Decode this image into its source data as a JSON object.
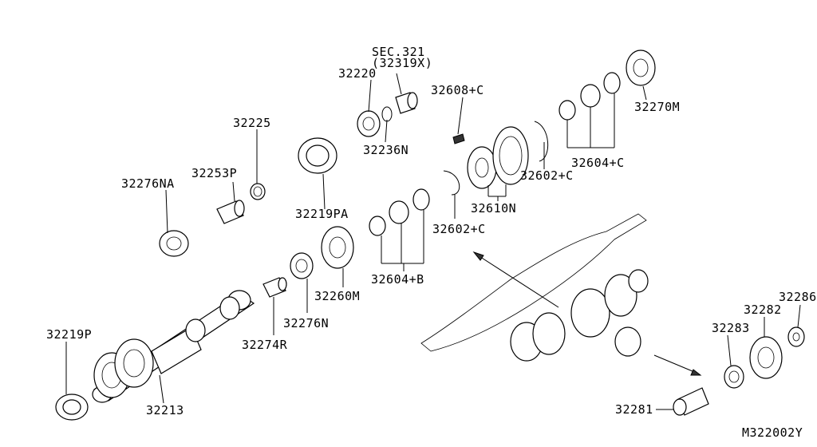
{
  "diagram": {
    "figure_code": "M322002Y",
    "section_ref": "SEC.321",
    "section_sub": "(32319X)",
    "labels": {
      "p32220": "32220",
      "p32236N": "32236N",
      "p32608C": "32608+C",
      "p32270M": "32270M",
      "p32225": "32225",
      "p32253P": "32253P",
      "p32276NA": "32276NA",
      "p32219PA": "32219PA",
      "p32602C_top": "32602+C",
      "p32604C_top": "32604+C",
      "p32610N": "32610N",
      "p32602C_mid": "32602+C",
      "p32604B": "32604+B",
      "p32260M": "32260M",
      "p32276N": "32276N",
      "p32274R": "32274R",
      "p32219P": "32219P",
      "p32213": "32213",
      "p32286": "32286",
      "p32282": "32282",
      "p32283": "32283",
      "p32281": "32281"
    }
  }
}
